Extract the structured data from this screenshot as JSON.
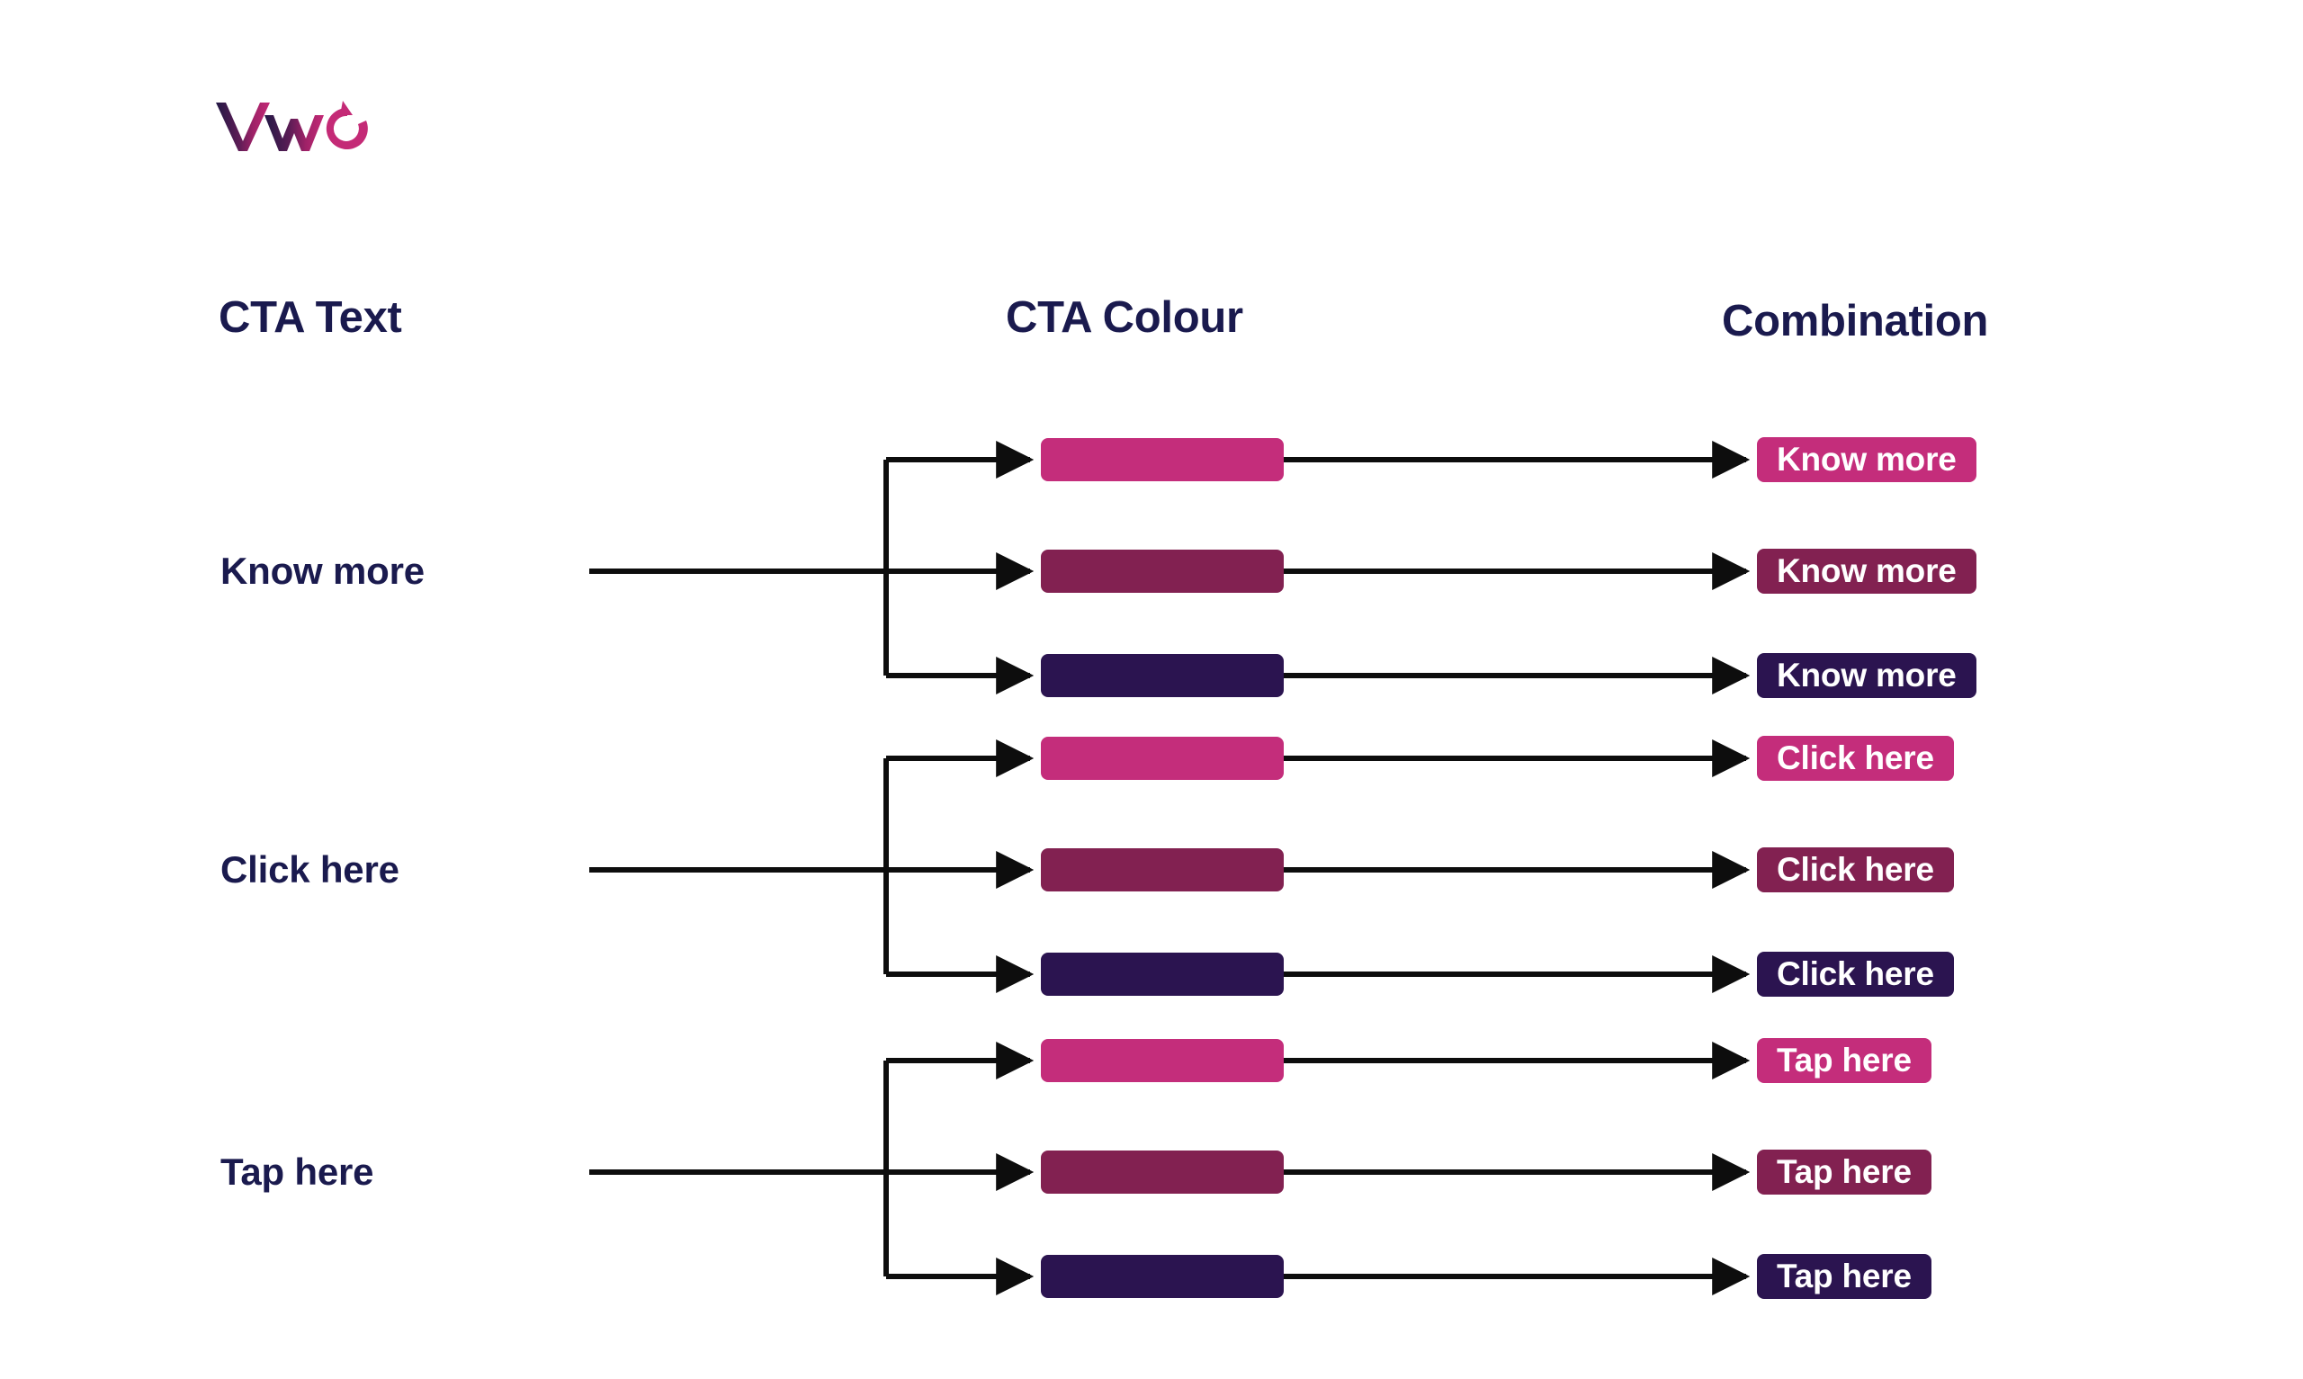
{
  "brand": {
    "logo_name": "vwo-logo",
    "logo_alt": "VWO",
    "navy": "#221845",
    "magenta": "#c42a76",
    "mid": "#8f2060"
  },
  "palette": {
    "heading_navy": "#1a1a4e",
    "label_navy": "#1a1a4e",
    "wire_black": "#0d0d0d",
    "page_background": "#ffffff",
    "button_text": "#ffffff"
  },
  "headers": {
    "cta_text": "CTA Text",
    "cta_colour": "CTA Colour",
    "combination": "Combination"
  },
  "colours": [
    {
      "name": "pink",
      "hex": "#c42d7b"
    },
    {
      "name": "maroon",
      "hex": "#822151"
    },
    {
      "name": "navy",
      "hex": "#2b1450"
    }
  ],
  "rows": [
    {
      "label": "Know more",
      "combinations": [
        {
          "label": "Know more",
          "colour": "#c42d7b"
        },
        {
          "label": "Know more",
          "colour": "#822151"
        },
        {
          "label": "Know more",
          "colour": "#2b1450"
        }
      ]
    },
    {
      "label": "Click here",
      "combinations": [
        {
          "label": "Click here",
          "colour": "#c42d7b"
        },
        {
          "label": "Click here",
          "colour": "#822151"
        },
        {
          "label": "Click here",
          "colour": "#2b1450"
        }
      ]
    },
    {
      "label": "Tap here",
      "combinations": [
        {
          "label": "Tap here",
          "colour": "#c42d7b"
        },
        {
          "label": "Tap here",
          "colour": "#822151"
        },
        {
          "label": "Tap here",
          "colour": "#2b1450"
        }
      ]
    }
  ],
  "chart_data": {
    "type": "diagram",
    "title": "CTA A/B test combination tree",
    "factors": [
      {
        "name": "CTA Text",
        "levels": [
          "Know more",
          "Click here",
          "Tap here"
        ]
      },
      {
        "name": "CTA Colour",
        "levels": [
          "#c42d7b",
          "#822151",
          "#2b1450"
        ]
      }
    ],
    "combinations_count": 9,
    "columns": [
      "CTA Text",
      "CTA Colour",
      "Combination"
    ]
  }
}
